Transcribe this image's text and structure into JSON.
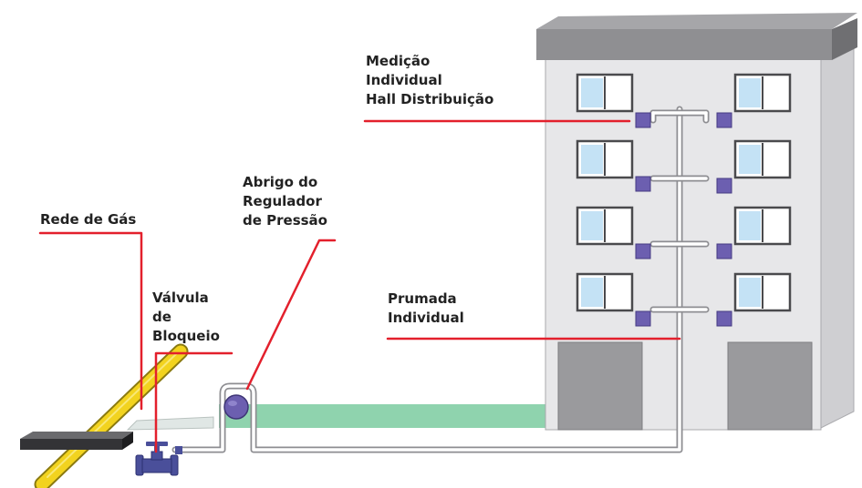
{
  "labels": {
    "medicao": [
      "Medição",
      "Individual",
      "Hall Distribuição"
    ],
    "abrigo": [
      "Abrigo do",
      "Regulador",
      "de Pressão"
    ],
    "rede": [
      "Rede de Gás"
    ],
    "valvula": [
      "Válvula",
      "de",
      "Bloqueio"
    ],
    "prumada": [
      "Prumada",
      "Individual"
    ]
  },
  "colors": {
    "leader_line": "#e3202c",
    "gas_pipe": "#f2d31f",
    "meter_box": "#6c5fb0",
    "window_glass": "#c4e2f5",
    "building_front": "#e7e7e9",
    "building_side": "#cfcfd2",
    "roof": "#8f8f92",
    "garage_door": "#9a9a9d",
    "ground_strip": "#8fd3ae",
    "riser_pipe": "#b4b4b8",
    "valve": "#4a4f9a"
  },
  "icons": [
    "gas-main-pipe",
    "shutoff-valve-icon",
    "pressure-regulator-icon",
    "gas-meter-icon",
    "riser-pipe",
    "building"
  ]
}
